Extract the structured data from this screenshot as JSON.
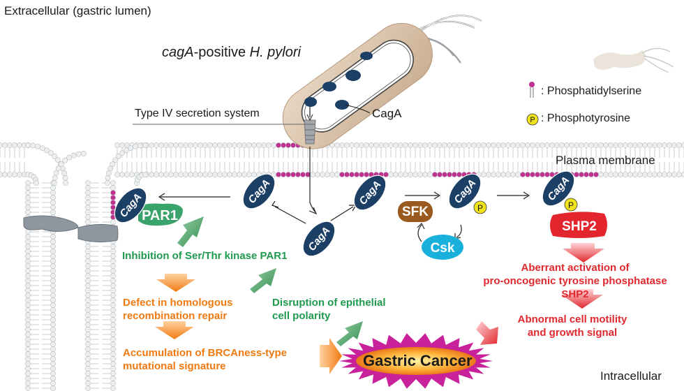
{
  "regions": {
    "extracellular": "Extracellular (gastric lumen)",
    "plasma_membrane": "Plasma membrane",
    "intracellular": "Intracellular"
  },
  "bacterium": {
    "prefix": "cagA",
    "rest": "-positive ",
    "species": "H. pylori"
  },
  "t4ss_label": "Type IV secretion system",
  "cagA_label": "CagA",
  "legend": {
    "ps": ": Phosphatidylserine",
    "pt": ": Phosphotyrosine",
    "pt_symbol": "P"
  },
  "molecules": {
    "caga": "CagA",
    "par1": "PAR1",
    "sfk": "SFK",
    "csk": "Csk",
    "shp2": "SHP2",
    "p": "P"
  },
  "outcomes": {
    "par1_inhibition": "Inhibition of Ser/Thr kinase PAR1",
    "hr_defect": "Defect in homologous\nrecombination repair",
    "brca": "Accumulation of BRCAness-type\nmutational signature",
    "polarity": "Disruption of epithelial\ncell polarity",
    "shp2_activation": "Aberrant activation of\npro-oncogenic tyrosine phosphatase SHP2",
    "motility": "Abnormal cell motility\nand growth signal",
    "cancer": "Gastric Cancer"
  },
  "colors": {
    "caga_fill": "#1c3f66",
    "par1": "#3aa36b",
    "sfk": "#9a5a1f",
    "csk": "#19b0dc",
    "shp2": "#e3262d",
    "phospho": "#f2e21c",
    "ps_head": "#c0328f",
    "green_text": "#1f9a4e",
    "orange_text": "#f07a12",
    "red_text": "#e0282f"
  }
}
